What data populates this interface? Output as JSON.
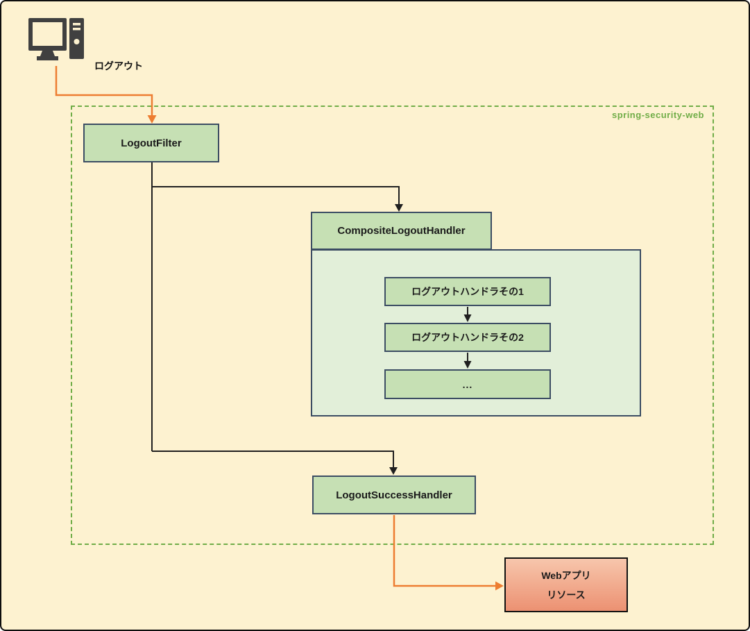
{
  "diagram": {
    "client": {
      "icon": "desktop-computer-icon",
      "action_label": "ログアウト"
    },
    "container": {
      "label": "spring-security-web"
    },
    "nodes": {
      "logout_filter": {
        "label": "LogoutFilter"
      },
      "composite_logout_handler": {
        "label": "CompositeLogoutHandler"
      },
      "logout_handler_1": {
        "label": "ログアウトハンドラその1"
      },
      "logout_handler_2": {
        "label": "ログアウトハンドラその2"
      },
      "logout_handler_more": {
        "label": "..."
      },
      "logout_success_handler": {
        "label": "LogoutSuccessHandler"
      },
      "web_app_resource": {
        "label_line1": "Webアプリ",
        "label_line2": "リソース"
      }
    },
    "edges": [
      {
        "from": "client",
        "to": "logout_filter",
        "style": "orange-arrow"
      },
      {
        "from": "logout_filter",
        "to": "composite_logout_handler",
        "style": "black-arrow"
      },
      {
        "from": "logout_handler_1",
        "to": "logout_handler_2",
        "style": "black-arrow"
      },
      {
        "from": "logout_handler_2",
        "to": "logout_handler_more",
        "style": "black-arrow"
      },
      {
        "from": "logout_filter",
        "to": "logout_success_handler",
        "style": "black-arrow"
      },
      {
        "from": "logout_success_handler",
        "to": "web_app_resource",
        "style": "orange-arrow"
      }
    ],
    "colors": {
      "background": "#FDF2D0",
      "node_fill": "#C6E0B4",
      "group_fill": "#E2EFD9",
      "node_border": "#3B4C63",
      "container_dashed": "#70AD47",
      "container_label_text": "#70AD47",
      "arrow_black": "#1F1F1F",
      "arrow_orange": "#ED7D31",
      "webapp_fill_top": "#F7C6AC",
      "webapp_fill_bottom": "#EC9172",
      "webapp_border": "#111111",
      "icon_color": "#404040"
    }
  }
}
